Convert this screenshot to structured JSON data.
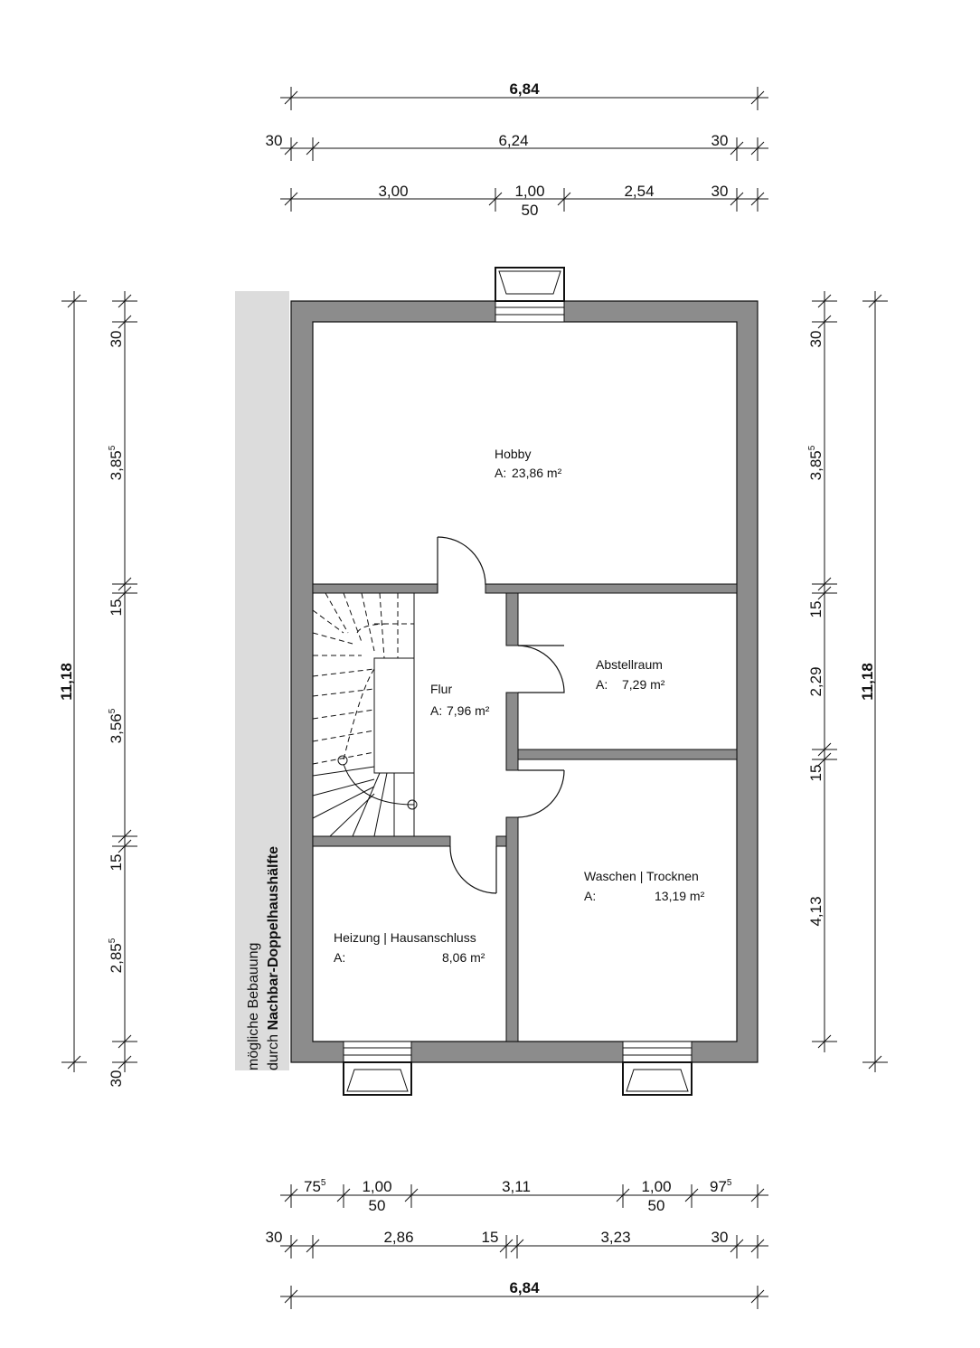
{
  "rooms": {
    "hobby": {
      "name": "Hobby",
      "area_prefix": "A:",
      "area": "23,86 m²"
    },
    "flur": {
      "name": "Flur",
      "area_prefix": "A:",
      "area": "7,96 m²"
    },
    "abstellraum": {
      "name": "Abstellraum",
      "area_prefix": "A:",
      "area": "7,29 m²"
    },
    "waschen": {
      "name": "Waschen | Trocknen",
      "area_prefix": "A:",
      "area": "13,19 m²"
    },
    "heizung": {
      "name": "Heizung | Hausanschluss",
      "area_prefix": "A:",
      "area": "8,06 m²"
    }
  },
  "neighbour_note": {
    "line1": "mögliche Bebauung",
    "line2_prefix": "durch ",
    "line2_bold": "Nachbar-Doppelhaushälfte"
  },
  "dims_top": {
    "total": "6,84",
    "row2": [
      "30",
      "6,24",
      "30"
    ],
    "row3": [
      "3,00",
      "1,00",
      "50",
      "2,54",
      "30"
    ]
  },
  "dims_bottom": {
    "row1": [
      {
        "v": "75",
        "s": "5"
      },
      {
        "v": "1,00",
        "s": ""
      },
      {
        "v": "50",
        "s": ""
      },
      {
        "v": "3,11",
        "s": ""
      },
      {
        "v": "1,00",
        "s": ""
      },
      {
        "v": "50",
        "s": ""
      },
      {
        "v": "97",
        "s": "5"
      }
    ],
    "row2": [
      "30",
      "2,86",
      "15",
      "3,23",
      "30"
    ],
    "total": "6,84"
  },
  "dims_left": {
    "total": "11,18",
    "segments": [
      {
        "v": "30",
        "s": ""
      },
      {
        "v": "3,85",
        "s": "5"
      },
      {
        "v": "15",
        "s": ""
      },
      {
        "v": "3,56",
        "s": "5"
      },
      {
        "v": "15",
        "s": ""
      },
      {
        "v": "2,85",
        "s": "5"
      },
      {
        "v": "30",
        "s": ""
      }
    ]
  },
  "dims_right": {
    "total": "11,18",
    "segments": [
      {
        "v": "30",
        "s": ""
      },
      {
        "v": "3,85",
        "s": "5"
      },
      {
        "v": "15",
        "s": ""
      },
      {
        "v": "2,29",
        "s": ""
      },
      {
        "v": "15",
        "s": ""
      },
      {
        "v": "4,13",
        "s": ""
      }
    ]
  },
  "colors": {
    "wall": "#8c8c8c",
    "neighbour_strip": "#dcdcdc",
    "line": "#111111"
  }
}
